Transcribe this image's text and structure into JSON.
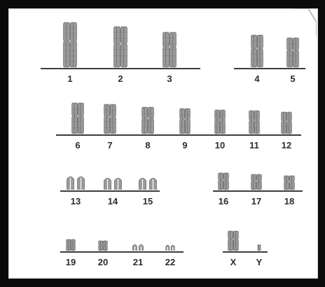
{
  "karyotype": {
    "colors": {
      "background": "#ffffff",
      "frame": "#0b0b0b",
      "line": "#3d3d3d",
      "chromosome": "#9a9a9a",
      "chromosome_edge": "#6f6f6f",
      "label": "#2b2b2b"
    },
    "groups": [
      {
        "id": "g1",
        "labels": [
          "1",
          "2",
          "3"
        ]
      },
      {
        "id": "g2",
        "labels": [
          "4",
          "5"
        ]
      },
      {
        "id": "g3",
        "labels": [
          "6",
          "7",
          "8",
          "9",
          "10",
          "11",
          "12"
        ]
      },
      {
        "id": "g4",
        "labels": [
          "13",
          "14",
          "15"
        ]
      },
      {
        "id": "g5",
        "labels": [
          "16",
          "17",
          "18"
        ]
      },
      {
        "id": "g6",
        "labels": [
          "19",
          "20",
          "21",
          "22"
        ]
      },
      {
        "id": "g7",
        "labels": [
          "X",
          "Y"
        ]
      }
    ]
  }
}
